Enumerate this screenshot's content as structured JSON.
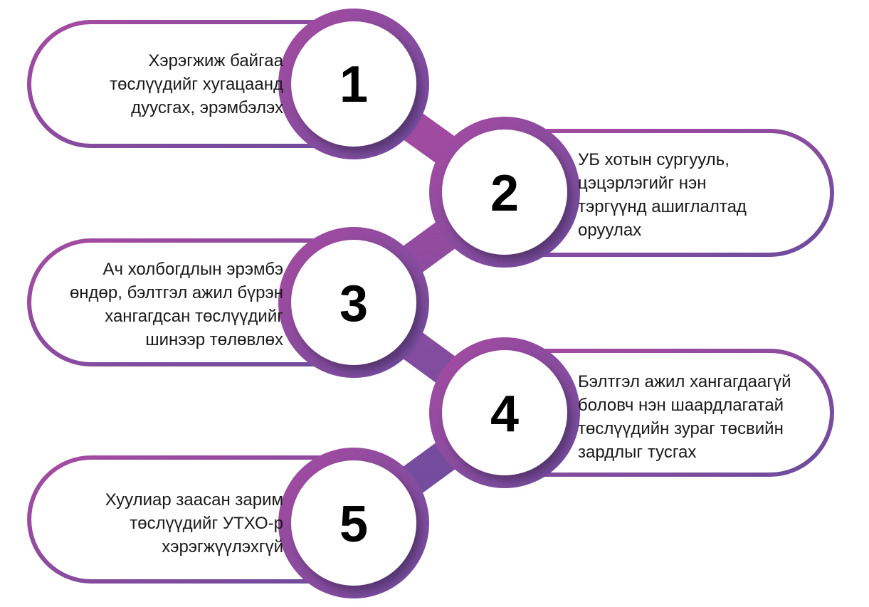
{
  "colors": {
    "magenta": "#a64ba0",
    "purple": "#6e4c9e"
  },
  "steps": [
    {
      "number": "1",
      "lines": [
        "Хэрэгжиж байгаа",
        "төслүүдийг хугацаанд",
        "дуусгах, эрэмбэлэх"
      ]
    },
    {
      "number": "2",
      "lines": [
        "УБ хотын сургууль,",
        "цэцэрлэгийг нэн",
        "тэргүүнд ашиглалтад",
        "оруулах"
      ]
    },
    {
      "number": "3",
      "lines": [
        "Ач холбогдлын эрэмбэ",
        "өндөр, бэлтгэл ажил бүрэн",
        "хангагдсан төслүүдийг",
        "шинээр төлөвлөх"
      ]
    },
    {
      "number": "4",
      "lines": [
        "Бэлтгэл ажил хангагдаагүй",
        "боловч нэн шаардлагатай",
        "төслүүдийн зураг төсвийн",
        "зардлыг тусгах"
      ]
    },
    {
      "number": "5",
      "lines": [
        "Хуулиар заасан зарим",
        "төслүүдийг УТХО-р",
        "хэрэгжүүлэхгүй"
      ]
    }
  ]
}
